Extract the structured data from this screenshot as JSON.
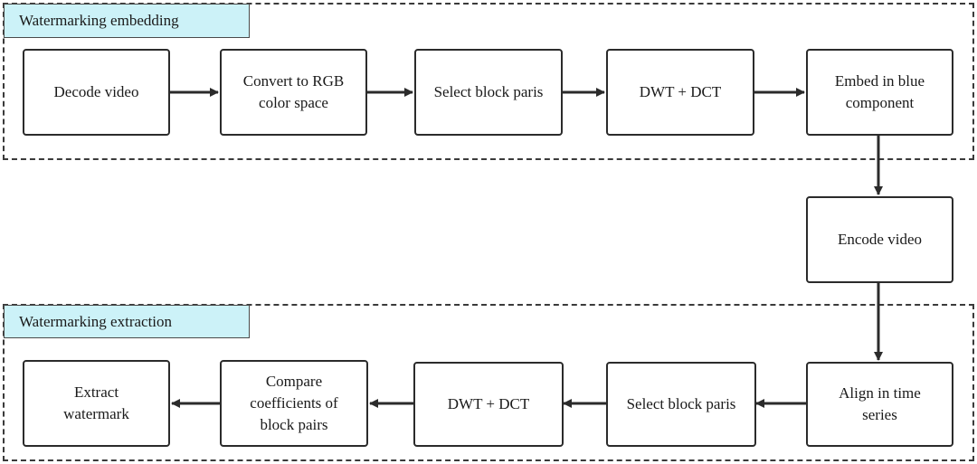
{
  "groups": {
    "embedding": {
      "label": "Watermarking embedding"
    },
    "extraction": {
      "label": "Watermarking extraction"
    }
  },
  "nodes": {
    "decode_video": "Decode video",
    "convert_rgb": "Convert to RGB color space",
    "select_pairs_embed": "Select block paris",
    "dwt_dct_embed": "DWT + DCT",
    "embed_blue": "Embed in blue component",
    "encode_video": "Encode video",
    "align_time": "Align in time series",
    "select_pairs_extract": "Select block paris",
    "dwt_dct_extract": "DWT + DCT",
    "compare_coeff": "Compare coefficients of block pairs",
    "extract_watermark": "Extract watermark"
  },
  "colors": {
    "group_label_bg": "#ccf2f8",
    "stroke": "#2b2b2b"
  }
}
